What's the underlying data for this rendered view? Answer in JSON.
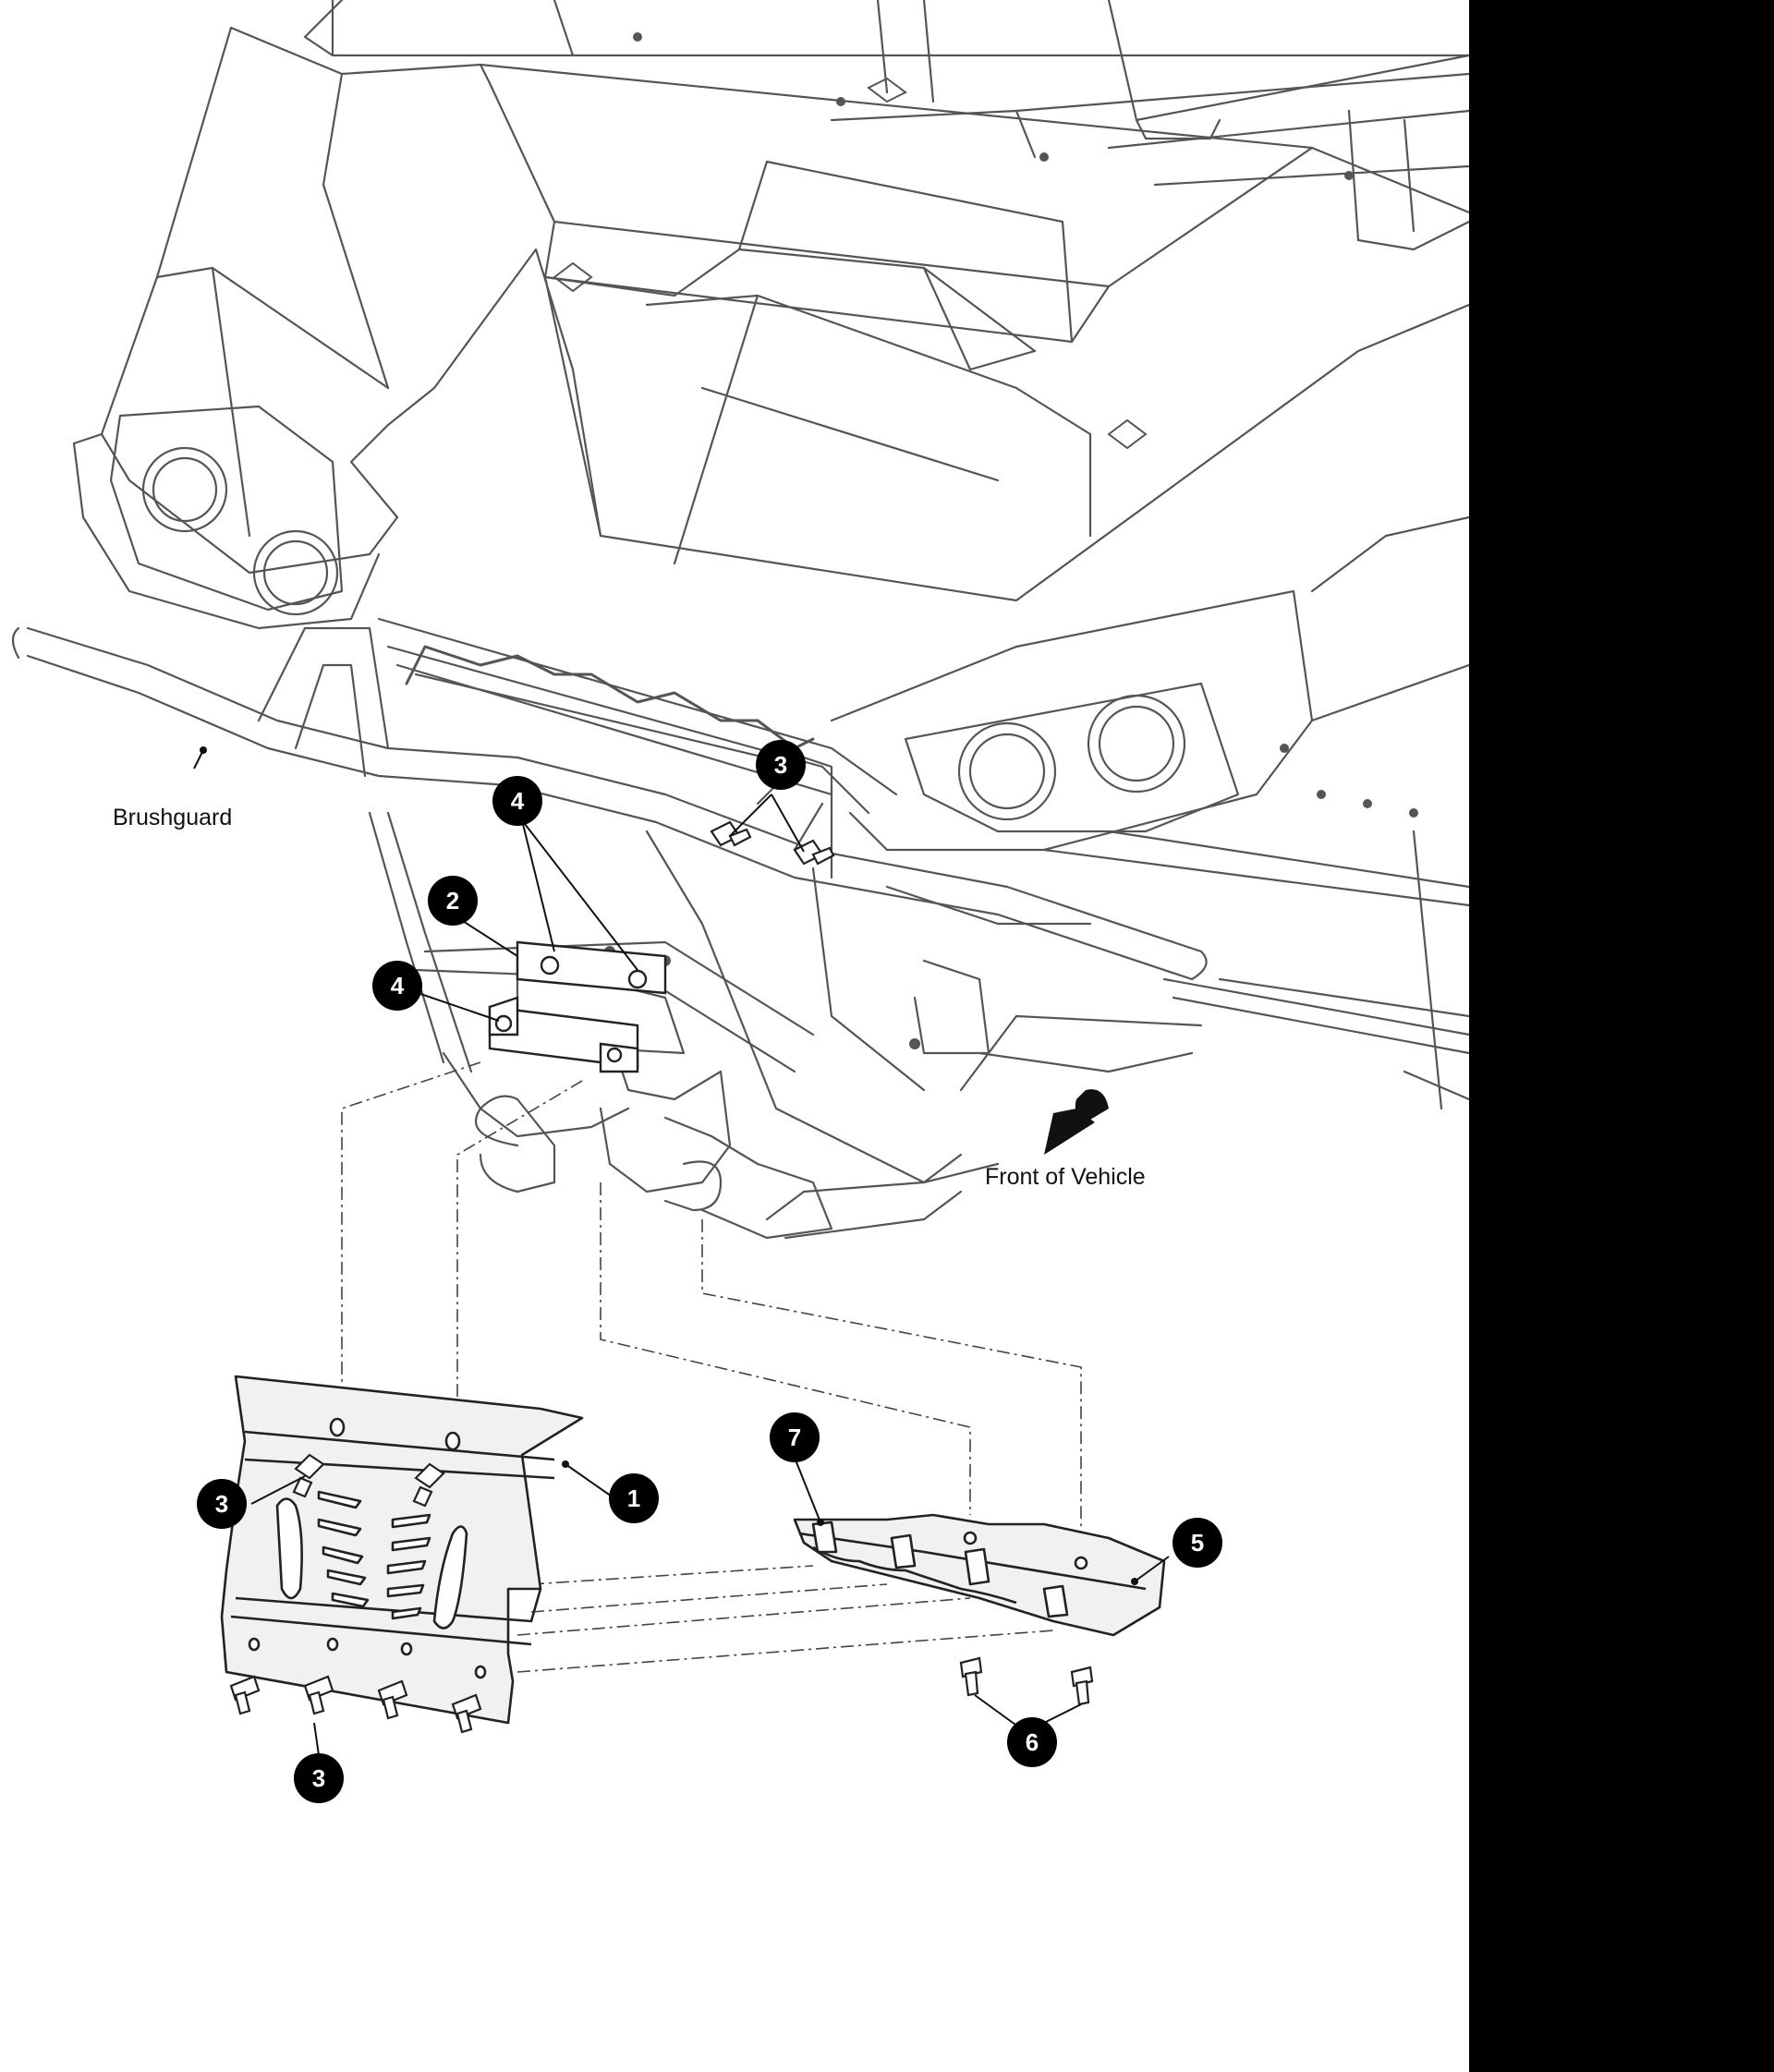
{
  "labels": {
    "brushguard": "Brushguard",
    "front_of_vehicle": "Front of Vehicle"
  },
  "callouts": [
    {
      "id": "c3-top",
      "number": "3",
      "style": "filled"
    },
    {
      "id": "c4-top",
      "number": "4",
      "style": "filled"
    },
    {
      "id": "c2",
      "number": "2",
      "style": "filled"
    },
    {
      "id": "c4-mid",
      "number": "4",
      "style": "filled"
    },
    {
      "id": "c3-left",
      "number": "3",
      "style": "plain"
    },
    {
      "id": "c1",
      "number": "1",
      "style": "filled"
    },
    {
      "id": "c3-bottom",
      "number": "3",
      "style": "filled"
    },
    {
      "id": "c7",
      "number": "7",
      "style": "filled"
    },
    {
      "id": "c5",
      "number": "5",
      "style": "filled"
    },
    {
      "id": "c6",
      "number": "6",
      "style": "filled"
    }
  ],
  "colors": {
    "line": "#555555",
    "callout_fill": "#000000",
    "callout_text": "#ffffff",
    "side_bar": "#000000"
  }
}
